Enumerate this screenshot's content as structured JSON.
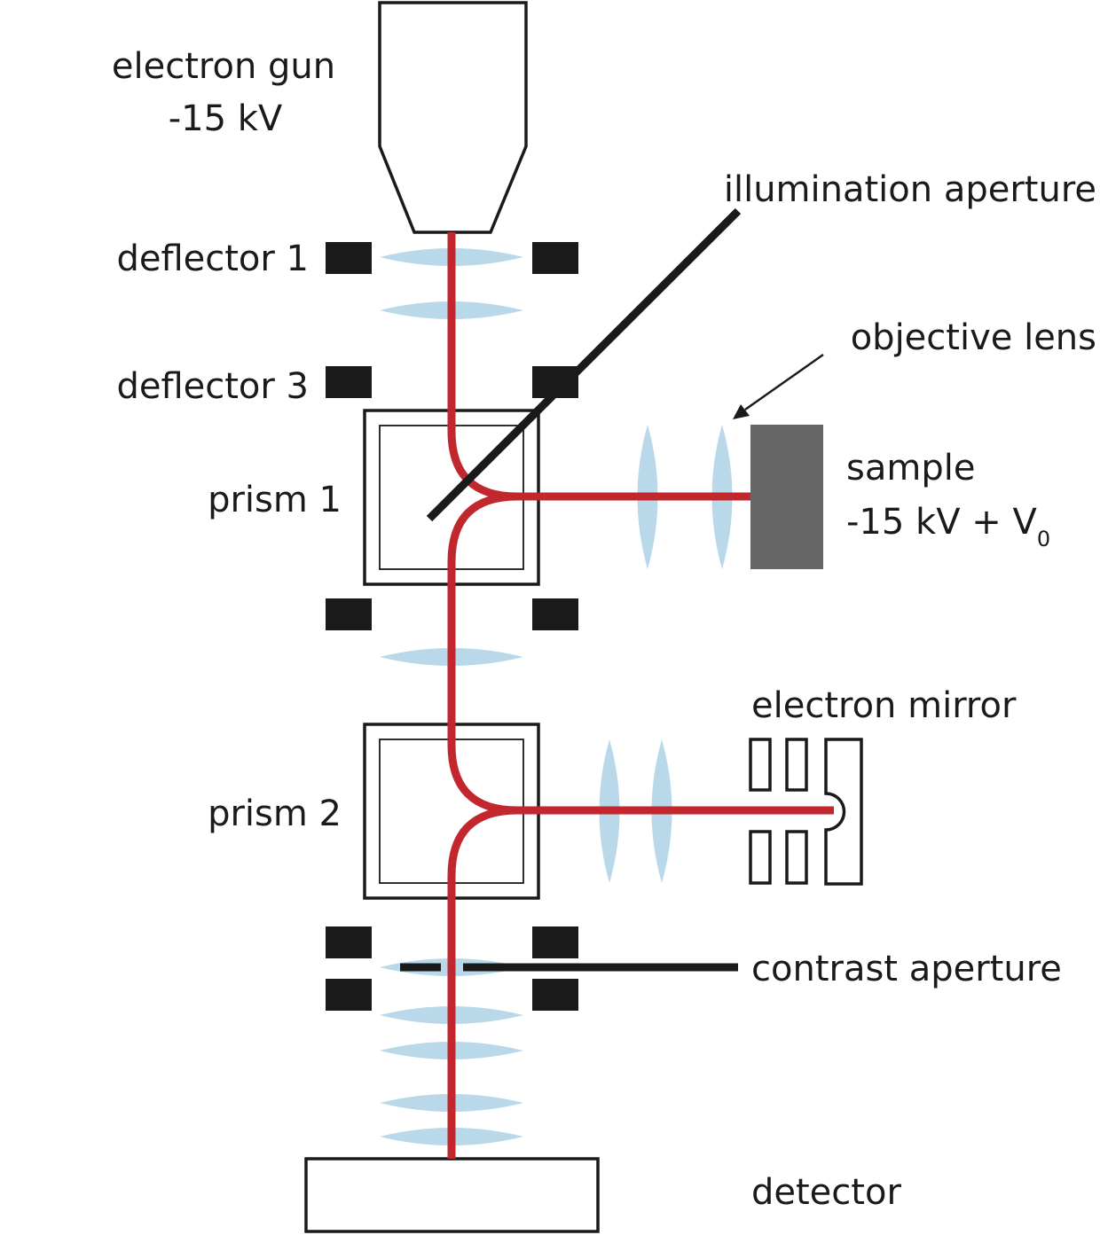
{
  "colors": {
    "beam": "#c1272d",
    "lens": "#b9d9ea",
    "deflector_plate": "#1a1a1a",
    "sample": "#666666",
    "outline": "#1a1a1a"
  },
  "labels": {
    "electron_gun": "electron gun",
    "gun_voltage": "-15 kV",
    "deflector_1": "deflector 1",
    "deflector_3": "deflector 3",
    "illumination_aperture": "illumination aperture",
    "objective_lens": "objective lens",
    "prism_1": "prism 1",
    "prism_2": "prism 2",
    "sample": "sample",
    "sample_voltage": "-15 kV + V",
    "sample_voltage_subscript": "0",
    "electron_mirror": "electron mirror",
    "contrast_aperture": "contrast aperture",
    "detector": "detector"
  }
}
